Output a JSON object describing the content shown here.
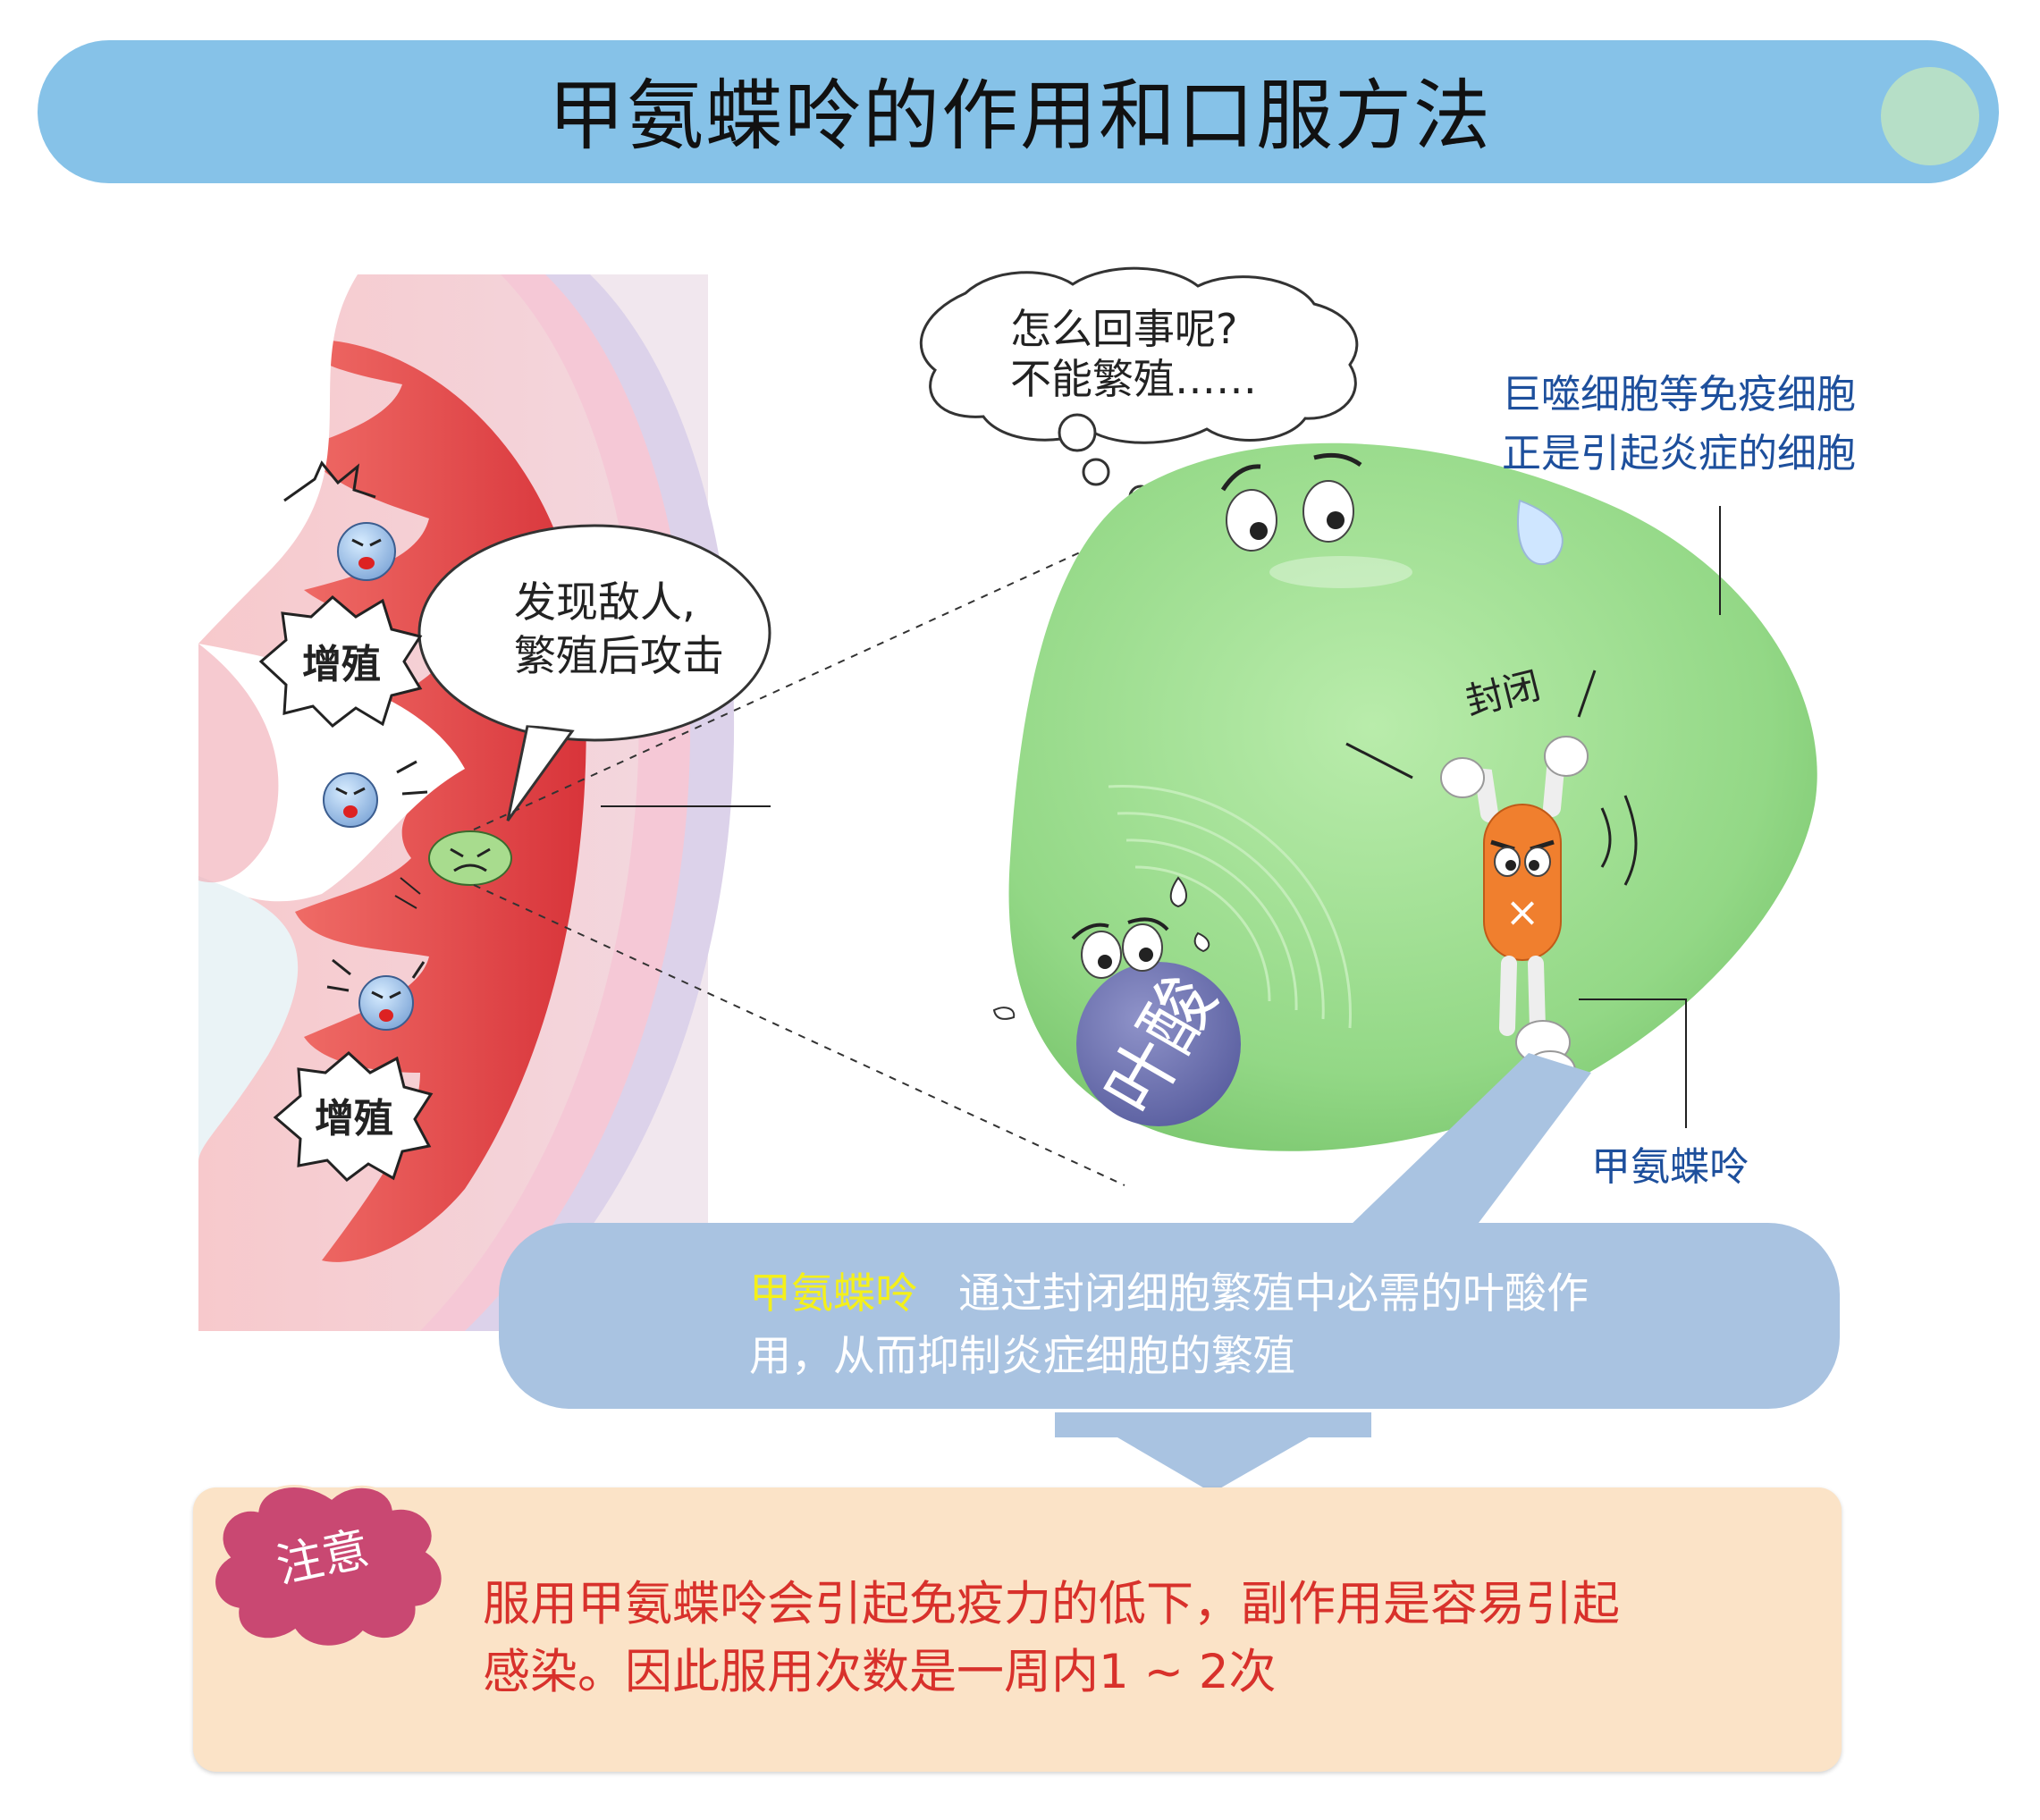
{
  "title": "甲氨蝶呤的作用和口服方法",
  "bubbles": {
    "enemy_line1": "发现敌人,",
    "enemy_line2": "繁殖后攻击",
    "thought_line1": "怎么回事呢?",
    "thought_line2": "不能繁殖……"
  },
  "labels": {
    "proliferate_1": "增殖",
    "proliferate_2": "增殖",
    "macrophage_line1": "巨噬细胞等免疫细胞",
    "macrophage_line2": "正是引起炎症的细胞",
    "blocked": "封闭",
    "folic_acid": "叶酸",
    "methotrexate": "甲氨蝶呤",
    "x_mark": "×"
  },
  "summary": {
    "drug": "甲氨蝶呤",
    "line1": "通过封闭细胞繁殖中必需的叶酸作",
    "line2": "用，从而抑制炎症细胞的繁殖"
  },
  "note": {
    "badge": "注意",
    "line1": "服用甲氨蝶呤会引起免疫力的低下，副作用是容易引起",
    "line2": "感染。因此服用次数是一周内1 ~ 2次"
  },
  "colors": {
    "title_bar": "#86c2e8",
    "cell_green": "#9ee08e",
    "summary_box": "#a9c3e1",
    "note_box": "#fbe3c7",
    "note_text": "#d8312b",
    "label_blue": "#1d4f9c",
    "drug_highlight": "#f4f01a"
  }
}
